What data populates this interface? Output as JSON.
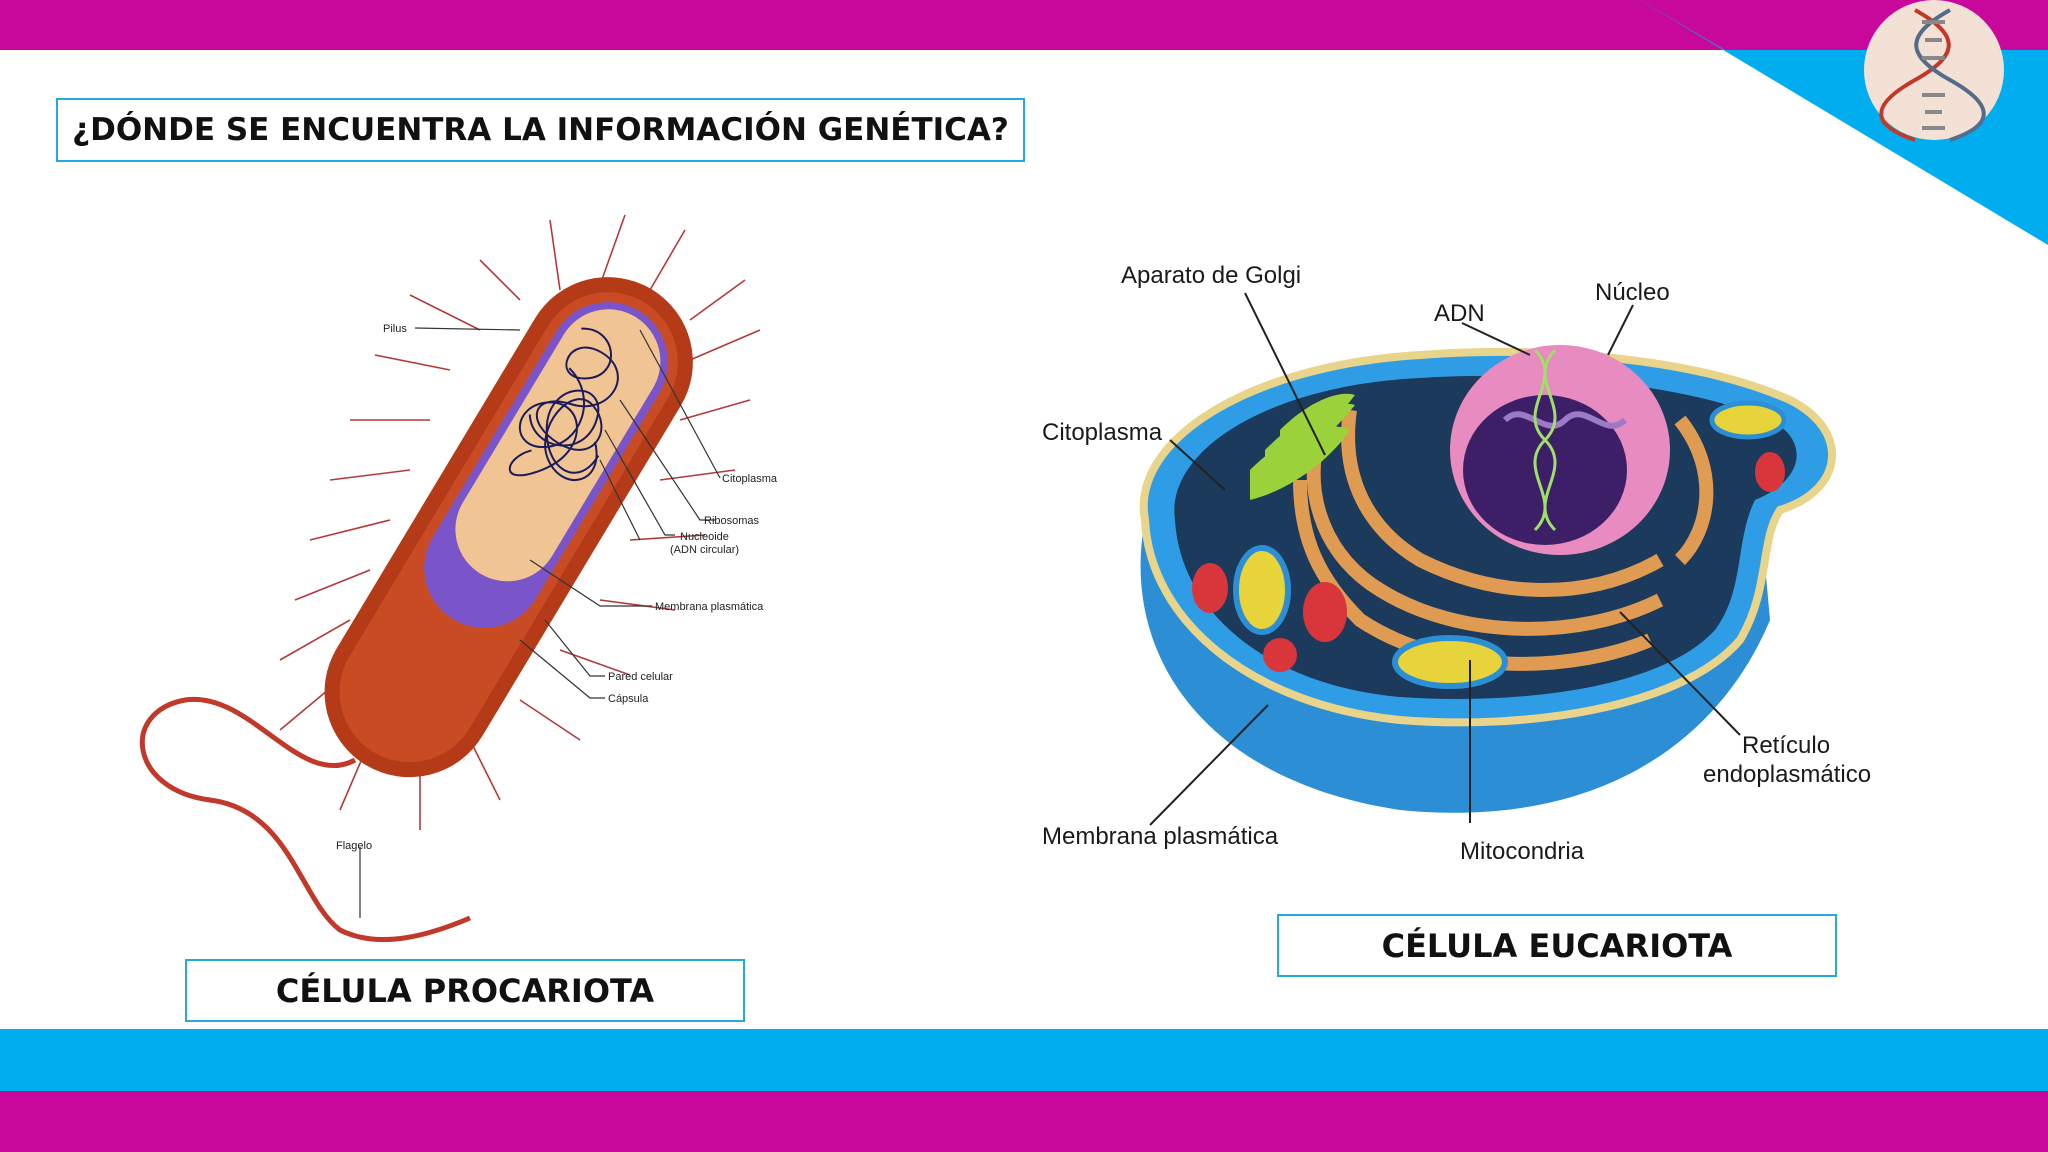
{
  "title": "¿DÓNDE SE ENCUENTRA LA INFORMACIÓN GENÉTICA?",
  "prokaryote": {
    "caption": "CÉLULA PROCARIOTA",
    "labels": {
      "pilus": "Pilus",
      "citoplasma": "Citoplasma",
      "ribosomas": "Ribosomas",
      "nucleoide": "Nucleoide",
      "adn_circular": "(ADN circular)",
      "membrana": "Membrana plasmática",
      "pared": "Pared celular",
      "capsula": "Cápsula",
      "flagelo": "Flagelo"
    }
  },
  "eukaryote": {
    "caption": "CÉLULA EUCARIOTA",
    "labels": {
      "golgi": "Aparato de Golgi",
      "adn": "ADN",
      "nucleo": "Núcleo",
      "citoplasma": "Citoplasma",
      "reticulo_1": "Retículo",
      "reticulo_2": "endoplasmático",
      "membrana": "Membrana plasmática",
      "mitocondria": "Mitocondria"
    }
  },
  "colors": {
    "magenta": "#c8089b",
    "cyan": "#00aeef",
    "box_border": "#29a8df"
  },
  "icons": [
    "dna-logo-icon"
  ]
}
